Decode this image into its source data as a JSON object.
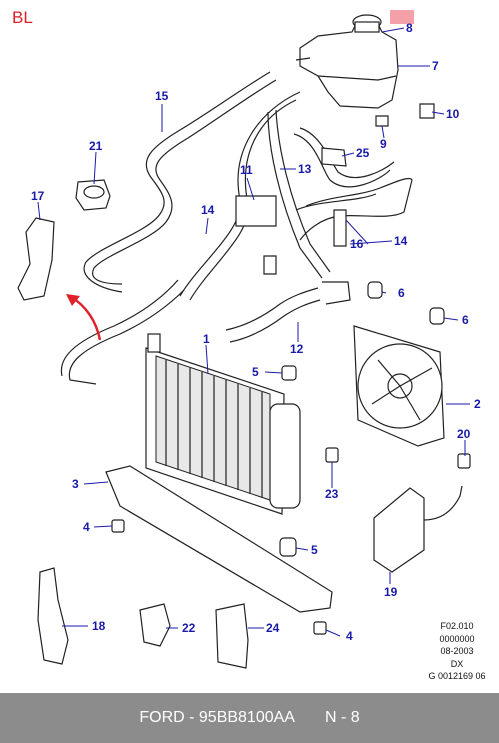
{
  "corner_label": "BL",
  "callouts": [
    {
      "id": "c1",
      "text": "1"
    },
    {
      "id": "c2",
      "text": "2"
    },
    {
      "id": "c3",
      "text": "3"
    },
    {
      "id": "c4a",
      "text": "4"
    },
    {
      "id": "c4b",
      "text": "4"
    },
    {
      "id": "c5a",
      "text": "5"
    },
    {
      "id": "c5b",
      "text": "5"
    },
    {
      "id": "c6a",
      "text": "6"
    },
    {
      "id": "c6b",
      "text": "6"
    },
    {
      "id": "c7",
      "text": "7"
    },
    {
      "id": "c8",
      "text": "8"
    },
    {
      "id": "c9",
      "text": "9"
    },
    {
      "id": "c10",
      "text": "10"
    },
    {
      "id": "c11",
      "text": "11"
    },
    {
      "id": "c12",
      "text": "12"
    },
    {
      "id": "c13",
      "text": "13"
    },
    {
      "id": "c14a",
      "text": "14"
    },
    {
      "id": "c14b",
      "text": "14"
    },
    {
      "id": "c15",
      "text": "15"
    },
    {
      "id": "c16",
      "text": "16"
    },
    {
      "id": "c17",
      "text": "17"
    },
    {
      "id": "c18",
      "text": "18"
    },
    {
      "id": "c19",
      "text": "19"
    },
    {
      "id": "c20",
      "text": "20"
    },
    {
      "id": "c21",
      "text": "21"
    },
    {
      "id": "c22",
      "text": "22"
    },
    {
      "id": "c23",
      "text": "23"
    },
    {
      "id": "c24",
      "text": "24"
    },
    {
      "id": "c25",
      "text": "25"
    }
  ],
  "reference_block": [
    "F02.010",
    "0000000",
    "08-2003",
    "DX",
    "G 0012169 06"
  ],
  "footer": {
    "part_info": "FORD - 95BB8100AA",
    "position": "N - 8"
  },
  "colors": {
    "callout": "#1a1aa8",
    "corner_label": "#e0202a",
    "arrow": "#e0202a",
    "highlight": "#f4a0a8",
    "footer_bg": "#8c8c8c"
  }
}
